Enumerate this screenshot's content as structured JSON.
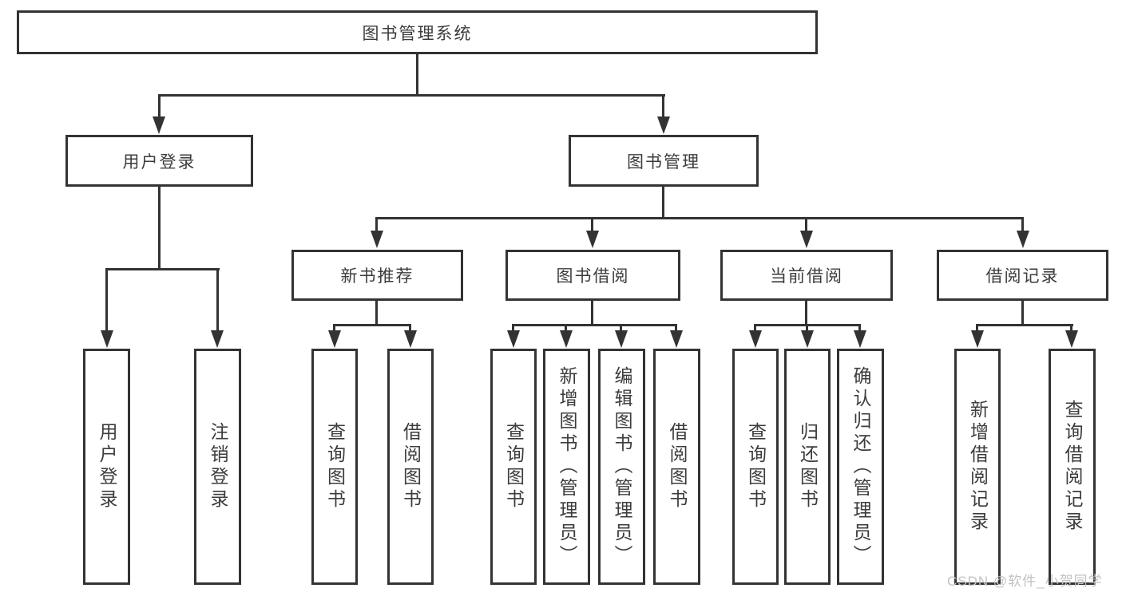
{
  "diagram": {
    "root": {
      "label": "图书管理系统"
    },
    "level2": [
      {
        "label": "用户登录"
      },
      {
        "label": "图书管理"
      }
    ],
    "level3": [
      {
        "label": "新书推荐"
      },
      {
        "label": "图书借阅"
      },
      {
        "label": "当前借阅"
      },
      {
        "label": "借阅记录"
      }
    ],
    "leaves": [
      {
        "label": "用户登录"
      },
      {
        "label": "注销登录"
      },
      {
        "label": "查询图书"
      },
      {
        "label": "借阅图书"
      },
      {
        "label": "查询图书"
      },
      {
        "label": "新增图书（管理员）"
      },
      {
        "label": "编辑图书（管理员）"
      },
      {
        "label": "借阅图书"
      },
      {
        "label": "查询图书"
      },
      {
        "label": "归还图书"
      },
      {
        "label": "确认归还（管理员）"
      },
      {
        "label": "新增借阅记录"
      },
      {
        "label": "查询借阅记录"
      }
    ],
    "colors": {
      "border": "#333333",
      "text": "#3c3c3c",
      "line": "#333333",
      "background": "#ffffff",
      "watermark": "#c2c2c2"
    }
  },
  "watermark": {
    "text": "CSDN @软件_小贺同学"
  }
}
